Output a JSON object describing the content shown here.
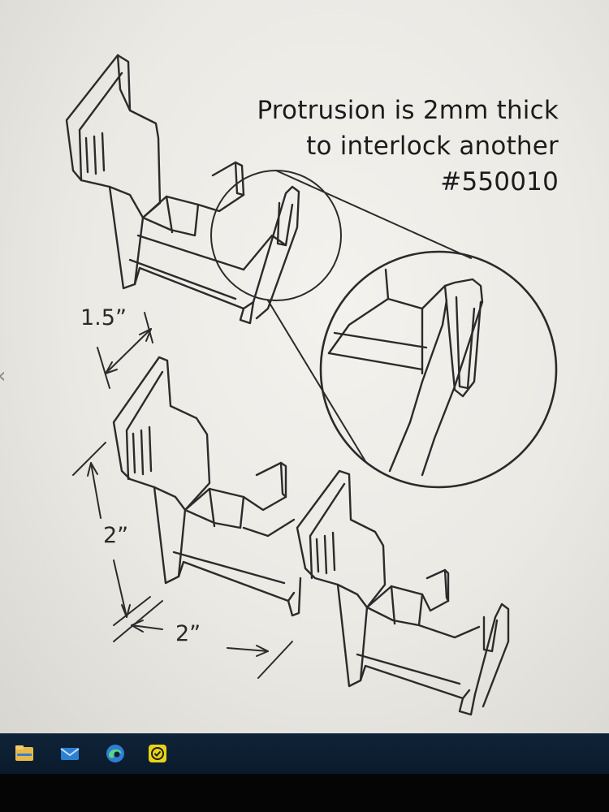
{
  "callout": {
    "line1": "Protrusion is 2mm thick",
    "line2": "to interlock another",
    "line3": "#550010"
  },
  "dimensions": {
    "depth": "1.5”",
    "height": "2”",
    "width": "2”"
  },
  "side_glyph": "‹",
  "taskbar": {
    "icons": [
      "file-explorer-icon",
      "mail-icon",
      "edge-browser-icon",
      "sticky-notes-icon"
    ]
  },
  "colors": {
    "screen": "#ebe9e4",
    "ink": "#1c1c1c",
    "taskbar": "#0f2338",
    "edge_blue": "#2f7fd1",
    "sticky_yellow": "#e8d417"
  }
}
